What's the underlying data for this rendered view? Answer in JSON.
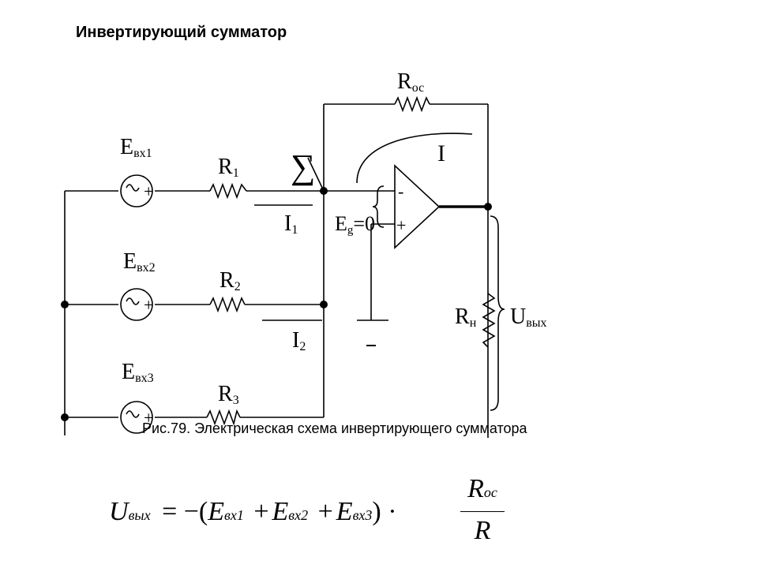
{
  "title": "Инвертирующий сумматор",
  "caption": "Рис.79. Электрическая схема инвертирующего сумматора",
  "circuit": {
    "sources": [
      {
        "label": "E",
        "sub": "вх1"
      },
      {
        "label": "E",
        "sub": "вх2"
      },
      {
        "label": "E",
        "sub": "вх3"
      }
    ],
    "resistors": [
      {
        "label": "R",
        "sub": "1"
      },
      {
        "label": "R",
        "sub": "2"
      },
      {
        "label": "R",
        "sub": "3"
      }
    ],
    "currents": [
      {
        "label": "I",
        "sub": "1"
      },
      {
        "label": "I",
        "sub": "2"
      }
    ],
    "feedback": {
      "label": "R",
      "sub": "ос"
    },
    "feedback_current": "I",
    "sum_symbol": "∑",
    "eg": {
      "label": "E",
      "sub": "g",
      "value": "=0"
    },
    "load": {
      "label": "R",
      "sub": "н"
    },
    "output": {
      "label": "U",
      "sub": "вых"
    },
    "op_minus": "-",
    "op_plus": "+",
    "ground_minus": "-"
  },
  "formula": {
    "lhs": "U",
    "lhs_sub": "вых",
    "eq": "= −(",
    "e1": "E",
    "e1_sub": "вх1",
    "plus1": "+",
    "e2": "E",
    "e2_sub": "вх2",
    "plus2": "+",
    "e3": "E",
    "e3_sub": "вх3",
    "close": ")",
    "dot": "·",
    "num": "R",
    "num_sub": "ос",
    "den": "R"
  }
}
